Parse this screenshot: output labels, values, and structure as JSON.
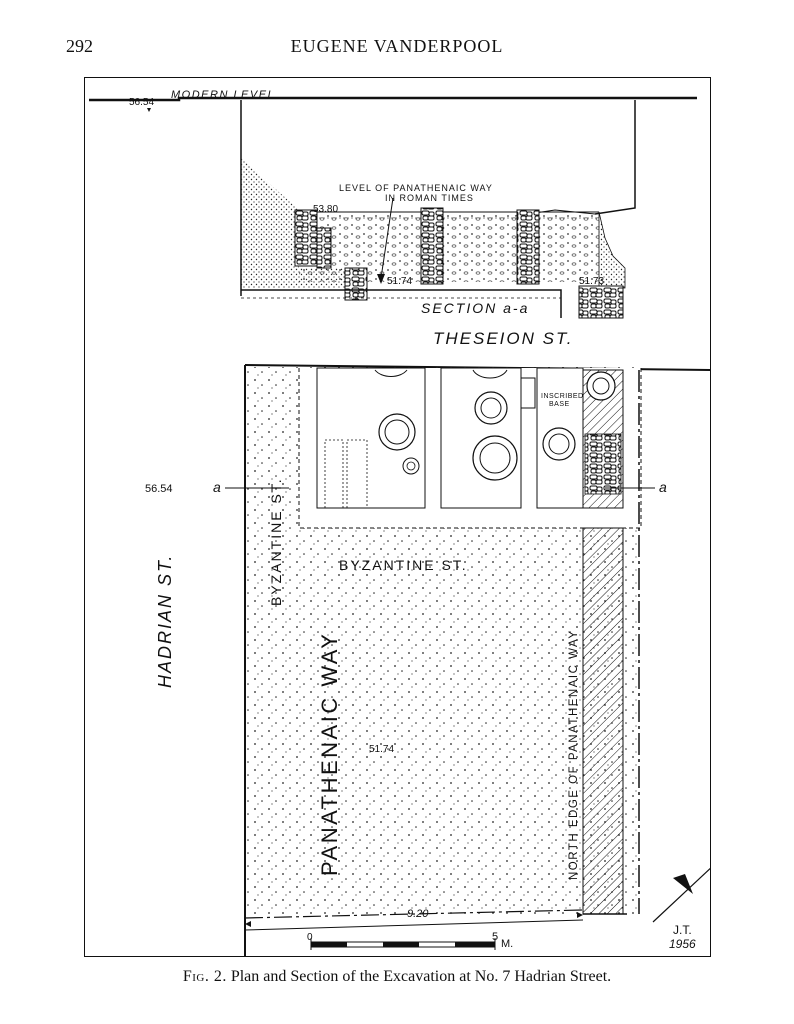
{
  "header": {
    "page_number": "292",
    "running_head": "EUGENE VANDERPOOL"
  },
  "section": {
    "modern_level_value": "56.54",
    "modern_level_label": "MODERN LEVEL",
    "panathenaic_level_line1": "LEVEL OF PANATHENAIC WAY",
    "panathenaic_level_line2": "IN ROMAN TIMES",
    "elev_top": "53.80",
    "elev_way": "51.74",
    "elev_right": "51.73",
    "section_label": "SECTION a-a"
  },
  "plan": {
    "theseion_st": "THESEION ST.",
    "hadrian_st": "HADRIAN ST.",
    "byzantine_st_vertical": "BYZANTINE ST.",
    "byzantine_st_horizontal": "BYZANTINE ST.",
    "panathenaic_way": "PANATHENAIC WAY",
    "north_edge": "NORTH EDGE OF PANATHENAIC WAY",
    "inscribed_base_line1": "INSCRIBED",
    "inscribed_base_line2": "BASE",
    "elev_left": "56.54",
    "elev_center": "51.74",
    "dim_bottom": "9.20",
    "section_marker_left": "a",
    "section_marker_right": "a",
    "scale_zero": "0",
    "scale_five": "5",
    "scale_unit": "M.",
    "initials": "J.T.",
    "year": "1956"
  },
  "caption": {
    "fig_label": "Fig. 2.",
    "text": "Plan and Section of the Excavation at No. 7 Hadrian Street."
  }
}
